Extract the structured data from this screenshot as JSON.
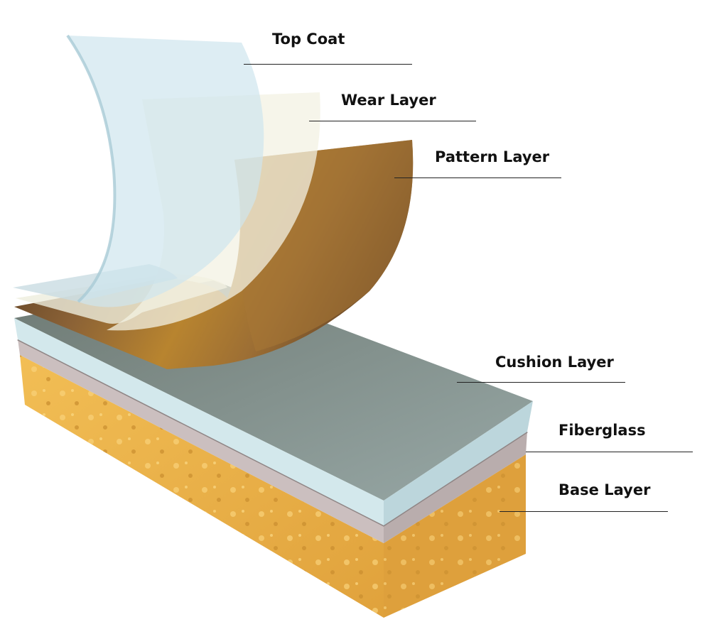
{
  "labels": {
    "top_coat": "Top Coat",
    "wear_layer": "Wear Layer",
    "pattern_layer": "Pattern Layer",
    "cushion_layer": "Cushion Layer",
    "fiberglass": "Fiberglass",
    "base_layer": "Base Layer"
  },
  "colors": {
    "base": "#e8ae45",
    "fiberglass": "#c9bdbd",
    "cushion_side": "#cfe6ea",
    "cushion_top": "#7f8f8c",
    "wood": "#8a5d2e",
    "wear": "#f1f0e2",
    "top_coat": "#cfe4ec"
  }
}
